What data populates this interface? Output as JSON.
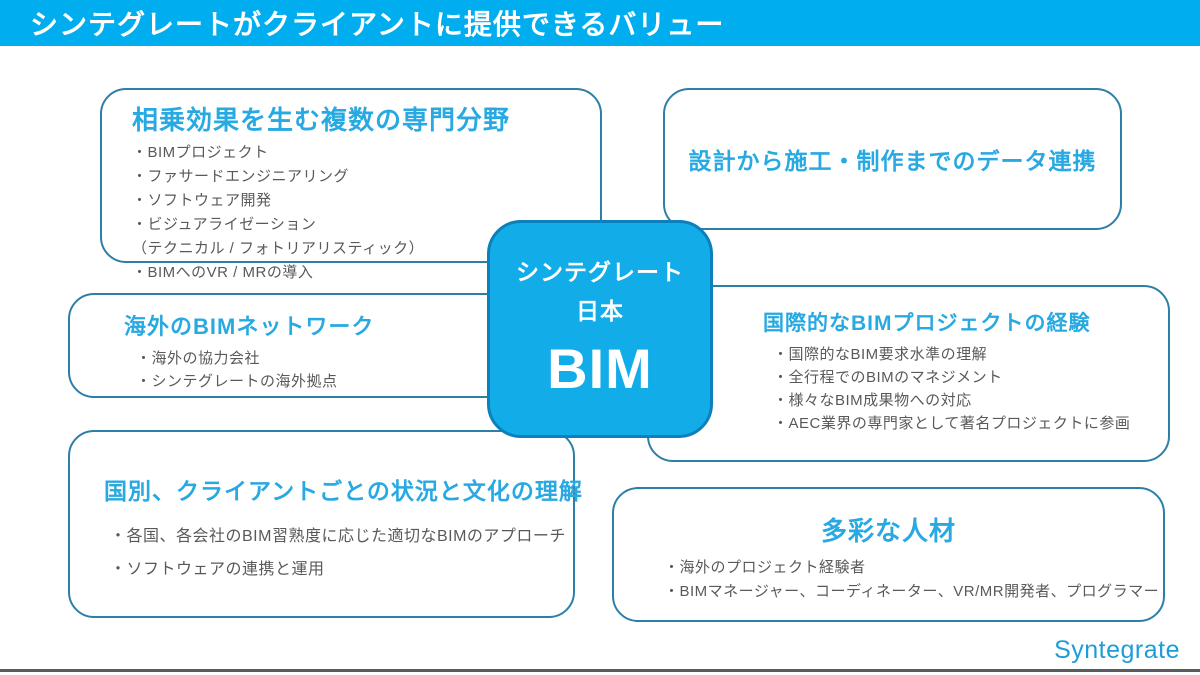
{
  "header": {
    "title": "シンテグレートがクライアントに提供できるバリュー"
  },
  "center": {
    "line1": "シンテグレート",
    "line2": "日本",
    "line3": "BIM"
  },
  "boxes": {
    "synergy": {
      "title": "相乗効果を生む複数の専門分野",
      "items": [
        "・BIMプロジェクト",
        "・ファサードエンジニアリング",
        "・ソフトウェア開発",
        "・ビジュアライゼーション",
        "（テクニカル / フォトリアリスティック）",
        "・BIMへのVR / MRの導入"
      ]
    },
    "data_link": {
      "title": "設計から施工・制作までのデータ連携"
    },
    "network": {
      "title": "海外のBIMネットワーク",
      "items": [
        "・海外の協力会社",
        "・シンテグレートの海外拠点"
      ]
    },
    "experience": {
      "title": "国際的なBIMプロジェクトの経験",
      "items": [
        "・国際的なBIM要求水準の理解",
        "・全行程でのBIMのマネジメント",
        "・様々なBIM成果物への対応",
        "・AEC業界の専門家として著名プロジェクトに参画"
      ]
    },
    "culture": {
      "title": "国別、クライアントごとの状況と文化の理解",
      "items": [
        "・各国、各会社のBIM習熟度に応じた適切なBIMのアプローチ",
        "・ソフトウェアの連携と運用"
      ]
    },
    "talent": {
      "title": "多彩な人材",
      "items": [
        "・海外のプロジェクト経験者",
        "・BIMマネージャー、コーディネーター、VR/MR開発者、プログラマー"
      ]
    }
  },
  "footer": {
    "logo": "Syntegrate"
  },
  "colors": {
    "bar_blue": "#00AEEF",
    "heading_blue": "#29A9E2",
    "box_border": "#2E7FA6",
    "center_fill": "#12ACE9",
    "center_border": "#0C80BB",
    "body_text": "#595959",
    "footer_gray": "#5B5B5F",
    "logo_blue": "#1E9CD9"
  }
}
